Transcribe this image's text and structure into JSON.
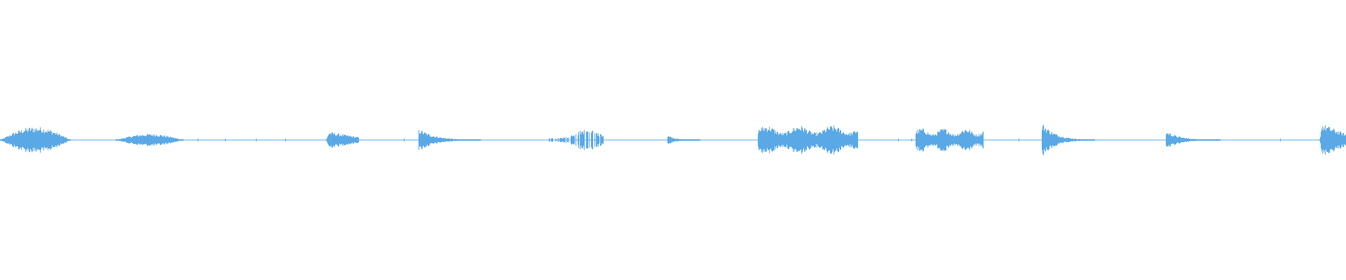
{
  "waveform": {
    "color": "#5aa9e6",
    "baseline_color": "#5aa9e6",
    "amplitude_scale": 1.0,
    "segments": [
      {
        "start": 0.0,
        "end": 0.052,
        "peak": 0.095,
        "shape": "swell",
        "density": 1.0
      },
      {
        "start": 0.086,
        "end": 0.136,
        "peak": 0.045,
        "shape": "swell",
        "density": 1.0
      },
      {
        "start": 0.242,
        "end": 0.266,
        "peak": 0.06,
        "shape": "attack",
        "density": 1.0
      },
      {
        "start": 0.311,
        "end": 0.357,
        "peak": 0.075,
        "shape": "decay",
        "density": 1.0
      },
      {
        "start": 0.408,
        "end": 0.448,
        "peak": 0.07,
        "shape": "burst",
        "density": 0.6
      },
      {
        "start": 0.496,
        "end": 0.52,
        "peak": 0.03,
        "shape": "decay",
        "density": 1.0
      },
      {
        "start": 0.563,
        "end": 0.637,
        "peak": 0.105,
        "shape": "block",
        "density": 1.0
      },
      {
        "start": 0.68,
        "end": 0.73,
        "peak": 0.085,
        "shape": "block",
        "density": 1.0
      },
      {
        "start": 0.774,
        "end": 0.813,
        "peak": 0.115,
        "shape": "decay",
        "density": 1.0
      },
      {
        "start": 0.866,
        "end": 0.906,
        "peak": 0.06,
        "shape": "decay",
        "density": 1.0
      },
      {
        "start": 0.98,
        "end": 1.0,
        "peak": 0.12,
        "shape": "attack",
        "density": 1.0
      }
    ],
    "sparks": [
      0.147,
      0.167,
      0.19,
      0.212,
      0.3,
      0.62,
      0.667,
      0.677,
      0.757,
      0.951
    ]
  }
}
